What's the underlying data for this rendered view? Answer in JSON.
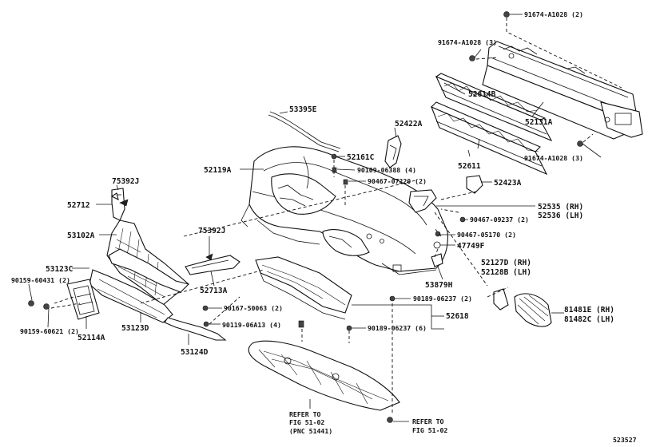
{
  "diagram": {
    "footer_code": "523527",
    "labels": {
      "p91674_top": "91674-A1028 (2)",
      "p91674_left": "91674-A1028 (3)",
      "p91674_right": "91674-A1028 (3)",
      "p52614b": "52614B",
      "p52131a": "52131A",
      "p52611": "52611",
      "p53395e": "53395E",
      "p52422a": "52422A",
      "p52161c": "52161C",
      "p52119a": "52119A",
      "p90109": "90109-06388 (4)",
      "p90467_07220": "90467-07220 (2)",
      "p52423a": "52423A",
      "p75392j_top": "75392J",
      "p52712": "52712",
      "p52535": "52535 (RH)",
      "p52536": "52536 (LH)",
      "p90467_09237": "90467-09237 (2)",
      "p53102a": "53102A",
      "p75392j_mid": "75392J",
      "p90467_05170": "90467-05170 (2)",
      "p47749f": "47749F",
      "p53123c": "53123C",
      "p90159_60431": "90159-60431 (2)",
      "p52713a": "52713A",
      "p52127d": "52127D (RH)",
      "p52128b": "52128B (LH)",
      "p53879h": "53879H",
      "p90189_top": "90189-06237 (2)",
      "p90167": "90167-50063 (2)",
      "p81481e": "81481E (RH)",
      "p81482c": "81482C (LH)",
      "p52618": "52618",
      "p90159_60621": "90159-60621 (2)",
      "p90119": "90119-06A13 (4)",
      "p90189_bot": "90189-06237 (6)",
      "p52114a": "52114A",
      "p53123d": "53123D",
      "p53124d": "53124D",
      "ref_left_1": "REFER TO",
      "ref_left_2": "FIG 51-02",
      "ref_left_3": "(PNC 51441)",
      "ref_right_1": "REFER TO",
      "ref_right_2": "FIG 51-02"
    }
  }
}
